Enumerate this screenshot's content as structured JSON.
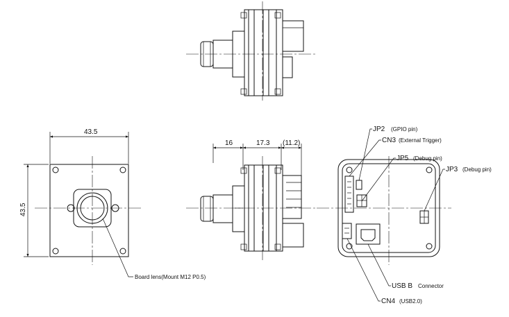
{
  "dimensions": {
    "front_width": "43.5",
    "front_height": "43.5",
    "side_lens": "16",
    "side_body": "17.3",
    "side_connector": "(11.2)"
  },
  "labels": {
    "board_lens": "Board lens(Mount M12 P0.5)",
    "jp2": "JP2",
    "jp2_desc": "(GPIO pin)",
    "cn3": "CN3",
    "cn3_desc": "(External Trigger)",
    "jp5": "JP5",
    "jp5_desc": "(Debug pin)",
    "jp3": "JP3",
    "jp3_desc": "(Debug pin)",
    "usb_b": "USB B",
    "usb_b_desc": "Connector",
    "cn4": "CN4",
    "cn4_desc": "(USB2.0)"
  }
}
